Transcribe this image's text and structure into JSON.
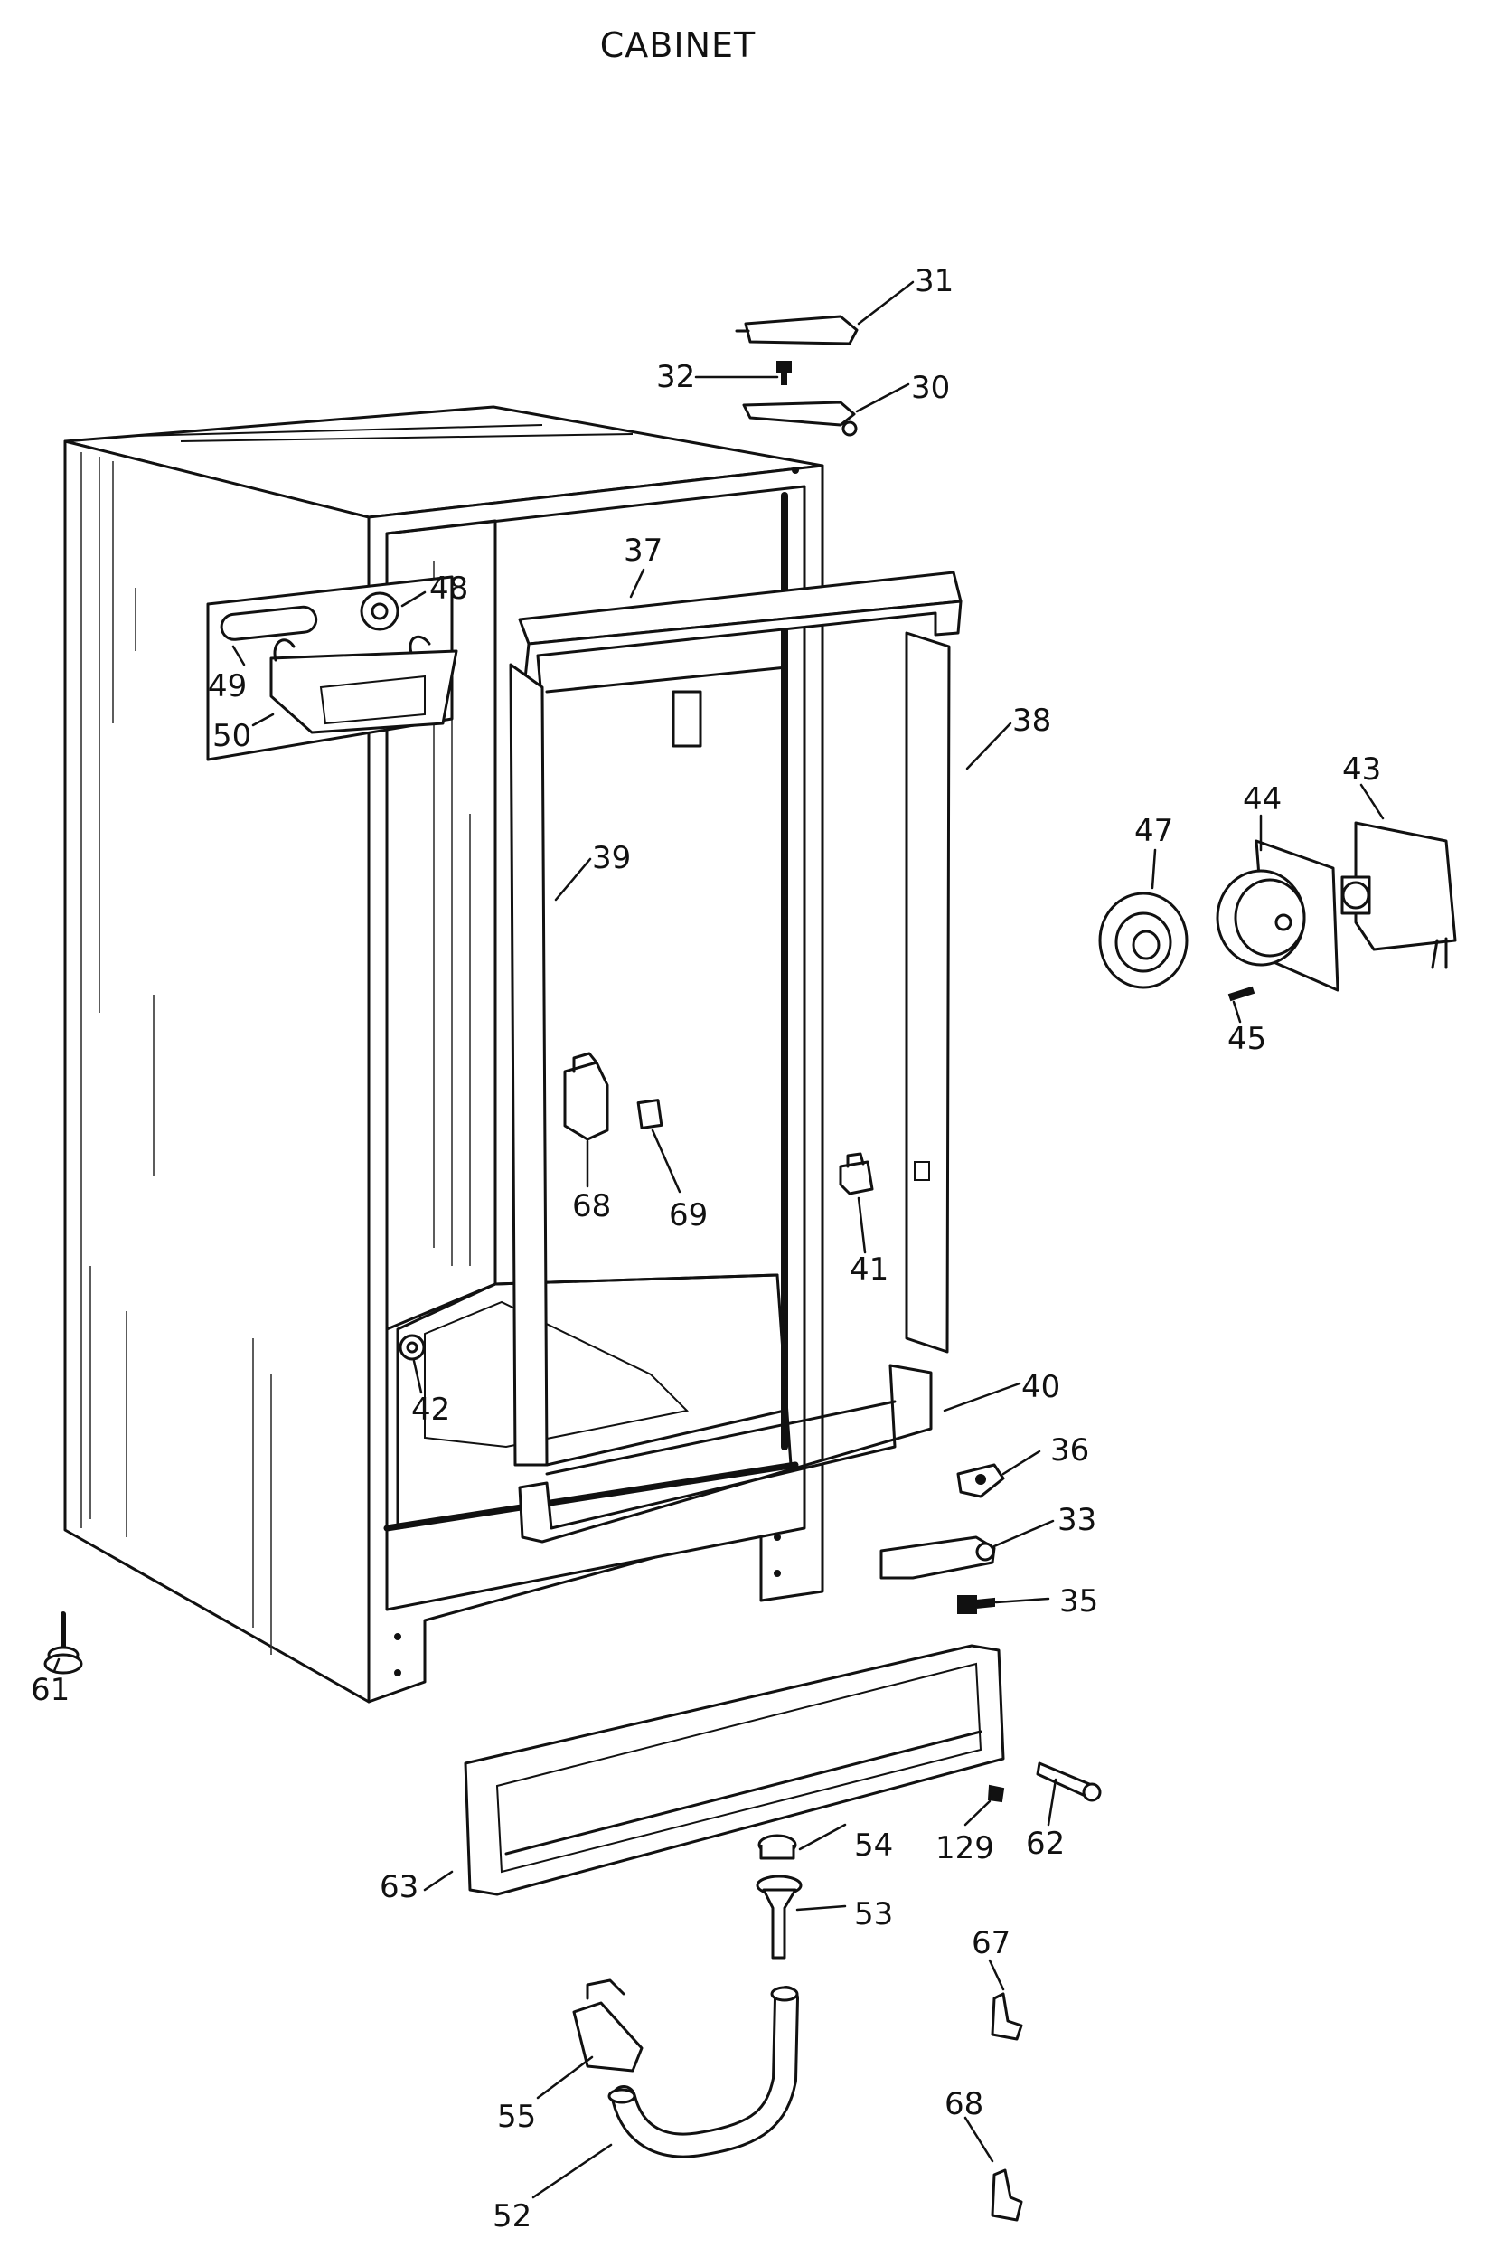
{
  "title": "CABINET",
  "callouts": [
    {
      "id": "31",
      "text": "31"
    },
    {
      "id": "32",
      "text": "32"
    },
    {
      "id": "30",
      "text": "30"
    },
    {
      "id": "37",
      "text": "37"
    },
    {
      "id": "48",
      "text": "48"
    },
    {
      "id": "49",
      "text": "49"
    },
    {
      "id": "50",
      "text": "50"
    },
    {
      "id": "38",
      "text": "38"
    },
    {
      "id": "39",
      "text": "39"
    },
    {
      "id": "47",
      "text": "47"
    },
    {
      "id": "44",
      "text": "44"
    },
    {
      "id": "43",
      "text": "43"
    },
    {
      "id": "45",
      "text": "45"
    },
    {
      "id": "68a",
      "text": "68"
    },
    {
      "id": "69",
      "text": "69"
    },
    {
      "id": "41",
      "text": "41"
    },
    {
      "id": "42",
      "text": "42"
    },
    {
      "id": "40",
      "text": "40"
    },
    {
      "id": "36",
      "text": "36"
    },
    {
      "id": "33",
      "text": "33"
    },
    {
      "id": "35",
      "text": "35"
    },
    {
      "id": "61",
      "text": "61"
    },
    {
      "id": "129",
      "text": "129"
    },
    {
      "id": "62",
      "text": "62"
    },
    {
      "id": "54",
      "text": "54"
    },
    {
      "id": "63",
      "text": "63"
    },
    {
      "id": "53",
      "text": "53"
    },
    {
      "id": "67",
      "text": "67"
    },
    {
      "id": "55",
      "text": "55"
    },
    {
      "id": "68b",
      "text": "68"
    },
    {
      "id": "52",
      "text": "52"
    }
  ]
}
